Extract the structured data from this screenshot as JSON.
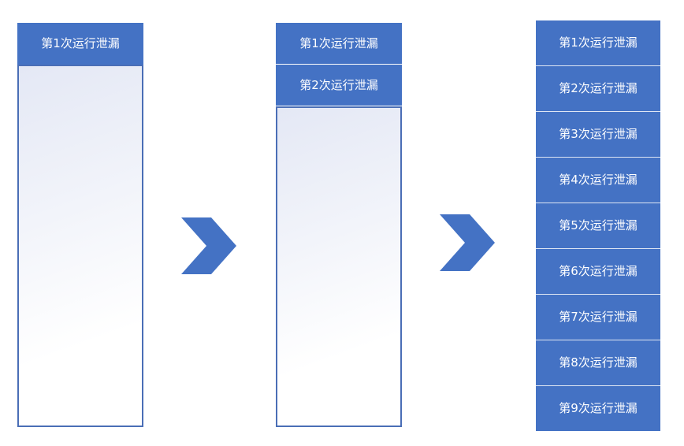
{
  "stage_1": {
    "labels": [
      "第1次运行泄漏"
    ]
  },
  "stage_2": {
    "labels": [
      "第1次运行泄漏",
      "第2次运行泄漏"
    ]
  },
  "stage_3": {
    "labels": [
      "第1次运行泄漏",
      "第2次运行泄漏",
      "第3次运行泄漏",
      "第4次运行泄漏",
      "第5次运行泄漏",
      "第6次运行泄漏",
      "第7次运行泄漏",
      "第8次运行泄漏",
      "第9次运行泄漏"
    ]
  },
  "colors": {
    "box_fill": "#4472c4",
    "box_text": "#ffffff",
    "outline": "#4a6eb6",
    "arrow": "#4472c4"
  },
  "icons": {
    "arrow": "chevron-right-icon"
  }
}
